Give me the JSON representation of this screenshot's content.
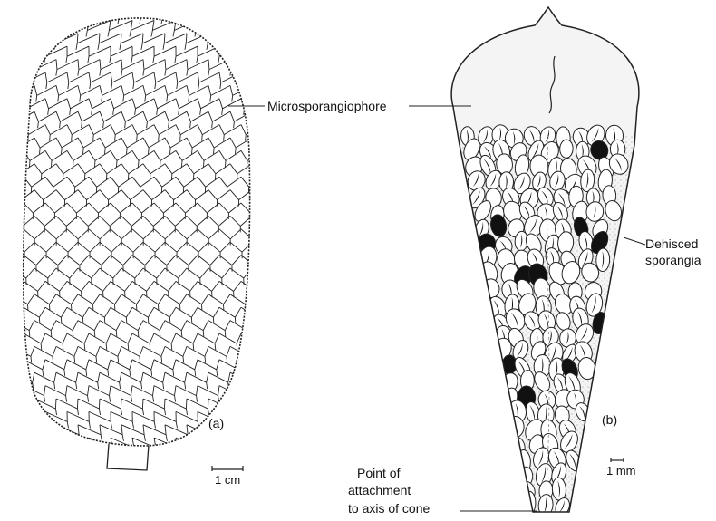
{
  "figure": {
    "panels": [
      {
        "id": "a",
        "panel_label": "(a)",
        "scale_label": "1 cm"
      },
      {
        "id": "b",
        "panel_label": "(b)",
        "scale_label": "1 mm"
      }
    ],
    "callouts": {
      "microsporangiophore": "Microsporangiophore",
      "dehisced_line1": "Dehisced",
      "dehisced_line2": "sporangia",
      "attachment_line1": "Point  of",
      "attachment_line2": "attachment",
      "attachment_line3": "to axis of cone"
    }
  }
}
